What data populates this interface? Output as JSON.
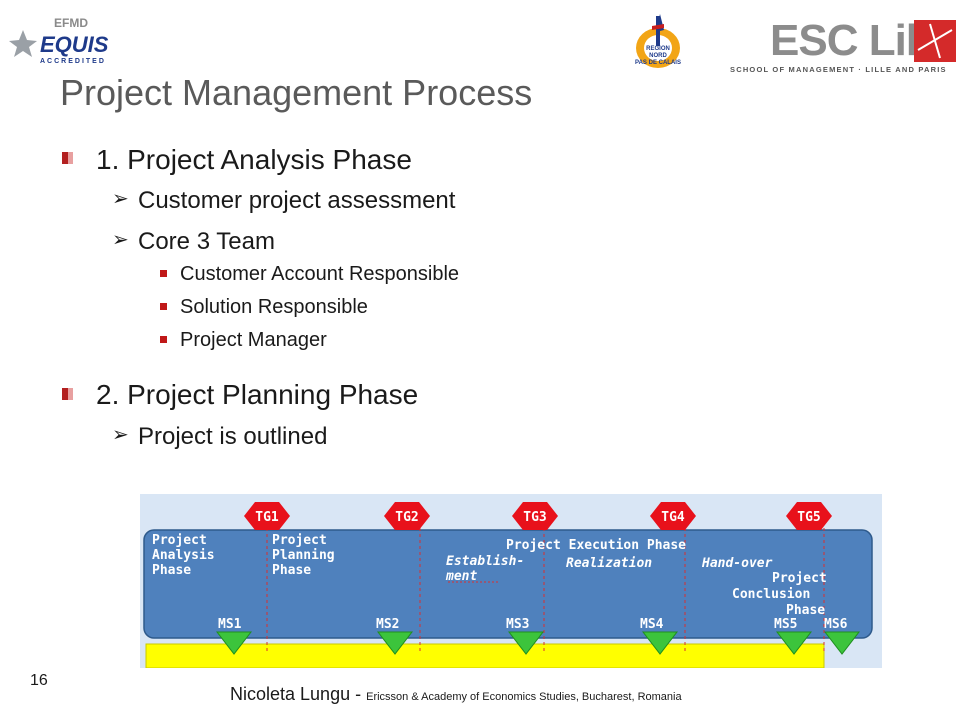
{
  "logos": {
    "efmd_text": "EFMD",
    "equis_text": "EQUIS",
    "accredited_text": "ACCREDITED",
    "region_text": [
      "REGION",
      "NORD",
      "PAS DE CALAIS"
    ],
    "esc_name": "ESC Lille",
    "esc_sub": "SCHOOL OF MANAGEMENT · LILLE AND PARIS"
  },
  "slide": {
    "title": "Project Management Process",
    "sections": [
      {
        "heading": "1. Project Analysis Phase",
        "items": [
          {
            "text": "Customer project assessment",
            "subitems": []
          },
          {
            "text": "Core 3 Team",
            "subitems": [
              "Customer Account Responsible",
              "Solution Responsible",
              "Project Manager"
            ]
          }
        ]
      },
      {
        "heading": "2. Project Planning Phase",
        "items": [
          {
            "text": "Project is outlined",
            "subitems": []
          }
        ]
      }
    ]
  },
  "diagram": {
    "tollgates": [
      "TG1",
      "TG2",
      "TG3",
      "TG4",
      "TG5"
    ],
    "milestones": [
      "MS1",
      "MS2",
      "MS3",
      "MS4",
      "MS5",
      "MS6"
    ],
    "phases": {
      "analysis": [
        "Project",
        "Analysis",
        "Phase"
      ],
      "planning": [
        "Project",
        "Planning",
        "Phase"
      ],
      "execution": "Project Execution Phase",
      "establishment": [
        "Establish-",
        "ment"
      ],
      "realization": "Realization",
      "handover": "Hand-over",
      "conclusion": [
        "Project",
        "Conclusion",
        "Phase"
      ]
    },
    "colors": {
      "band": "#4f81bd",
      "tollgate": "#e8111b",
      "milestone": "#3cc43c",
      "yellow": "#ffff00",
      "dashed": "#d83030"
    }
  },
  "footer": {
    "page_number": "16",
    "author": "Nicoleta Lungu -",
    "affiliation": "Ericsson & Academy of Economics Studies, Bucharest, Romania"
  }
}
